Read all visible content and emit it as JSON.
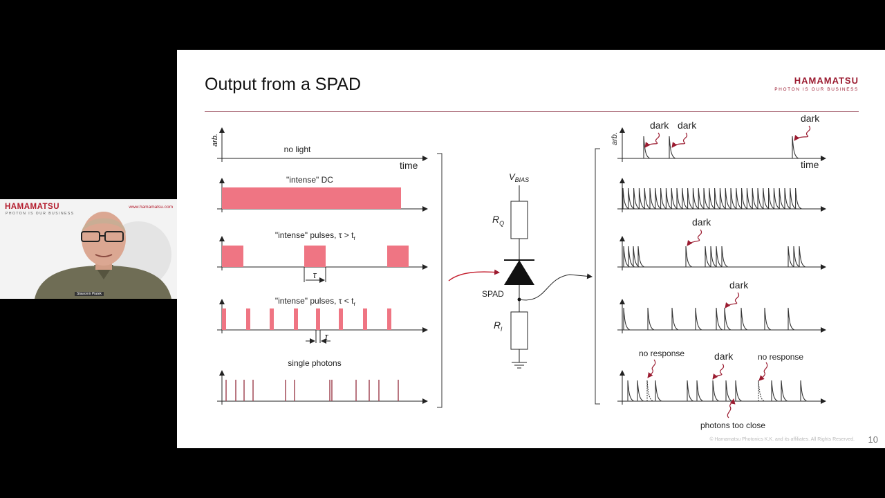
{
  "slide": {
    "title": "Output from a SPAD",
    "logo_name": "HAMAMATSU",
    "logo_tagline": "PHOTON IS OUR BUSINESS",
    "footer": "© Hamamatsu Photonics K.K. and its affiliates. All Rights Reserved.",
    "page_number": "10"
  },
  "left_panel": {
    "y_axis_label": "arb.",
    "x_axis_label": "time",
    "row_labels": [
      "no light",
      "\"intense\" DC",
      "\"intense\" pulses, τ > t",
      "\"intense\" pulses, τ < t",
      "single photons"
    ],
    "tau_label": "τ",
    "tr_sub": "r"
  },
  "circuit": {
    "vbias_main": "V",
    "vbias_sub": "BIAS",
    "rq_main": "R",
    "rq_sub": "Q",
    "rl_main": "R",
    "rl_sub": "l",
    "spad_label": "SPAD"
  },
  "right_panel": {
    "y_axis_label": "arb.",
    "x_axis_label": "time",
    "dark_label": "dark",
    "no_response_label": "no response",
    "photons_too_close_label": "photons too close"
  },
  "webcam": {
    "logo_name": "HAMAMATSU",
    "logo_tagline": "PHOTON IS OUR BUSINESS",
    "url": "www.hamamatsu.com",
    "participant_name": "Slawomir Piatek"
  },
  "colors": {
    "pulse_fill": "#ef7583",
    "arrow_red": "#9b1b30",
    "brand": "#9b1b30"
  }
}
